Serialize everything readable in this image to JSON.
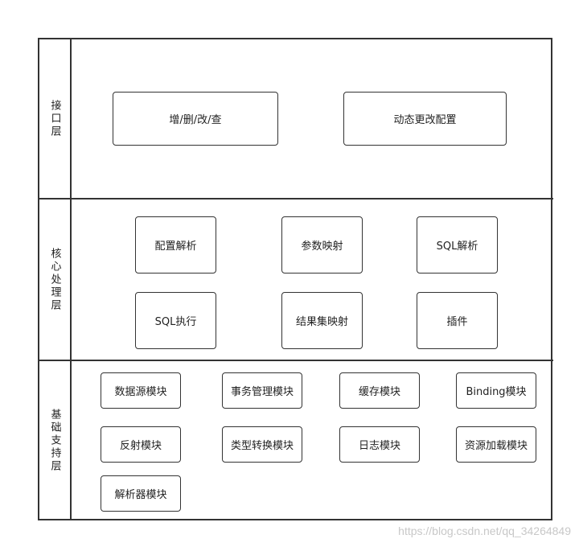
{
  "layers": {
    "interface": {
      "label": "接口层",
      "modules": [
        "增/删/改/查",
        "动态更改配置"
      ]
    },
    "core": {
      "label": "核心处理层",
      "modules": [
        "配置解析",
        "参数映射",
        "SQL解析",
        "SQL执行",
        "结果集映射",
        "插件"
      ]
    },
    "foundation": {
      "label": "基础支持层",
      "modules": [
        "数据源模块",
        "事务管理模块",
        "缓存模块",
        "Binding模块",
        "反射模块",
        "类型转换模块",
        "日志模块",
        "资源加载模块",
        "解析器模块"
      ]
    }
  },
  "watermark": "https://blog.csdn.net/qq_34264849",
  "colors": {
    "stroke": "#333333",
    "text": "#222222",
    "watermark": "#c8c8c8"
  }
}
